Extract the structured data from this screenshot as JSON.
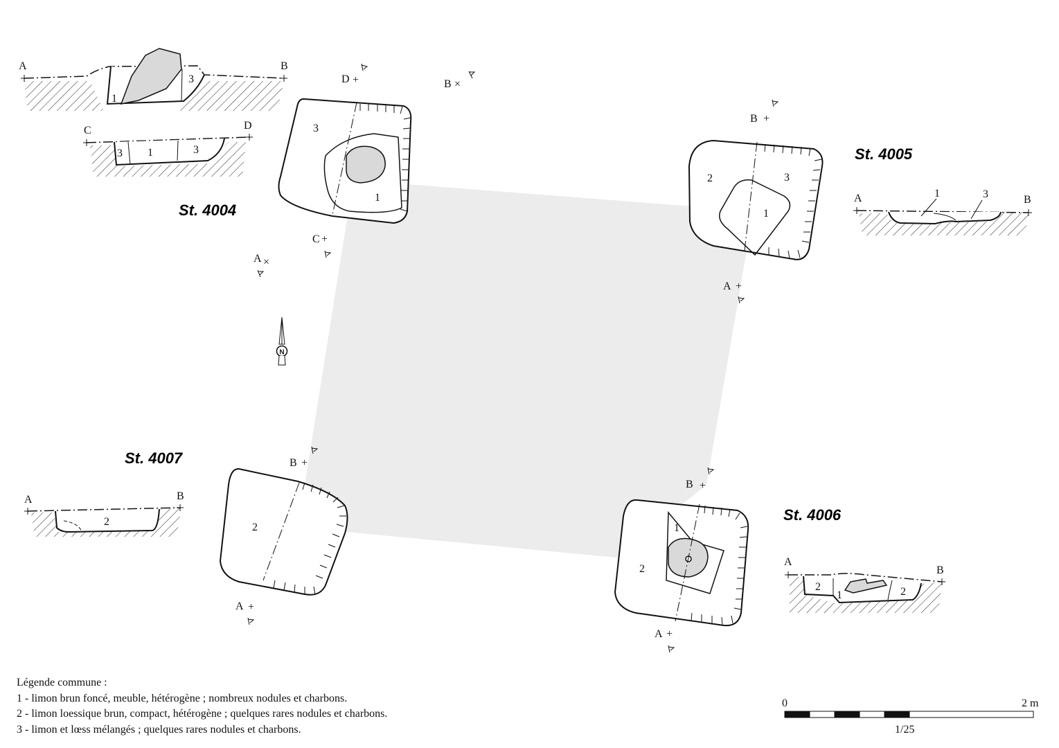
{
  "structures": {
    "st4004": "St. 4004",
    "st4005": "St. 4005",
    "st4006": "St. 4006",
    "st4007": "St. 4007"
  },
  "points": {
    "a": "A",
    "b": "B",
    "c": "C",
    "d": "D"
  },
  "layers": {
    "one": "1",
    "two": "2",
    "three": "3"
  },
  "north": {
    "symbol": "N"
  },
  "legend": {
    "title": "Légende commune :",
    "items": [
      "1 - limon brun foncé, meuble, hétérogène ; nombreux nodules et charbons.",
      "2 - limon loessique brun, compact, hétérogène ; quelques rares nodules et charbons.",
      "3 - limon et lœss mélangés ; quelques rares nodules et charbons."
    ]
  },
  "scale": {
    "start": "0",
    "end": "2 m",
    "ratio": "1/25"
  },
  "colors": {
    "fill_grey": "#d9d9d9",
    "square": "#ececec",
    "ink": "#111111"
  }
}
